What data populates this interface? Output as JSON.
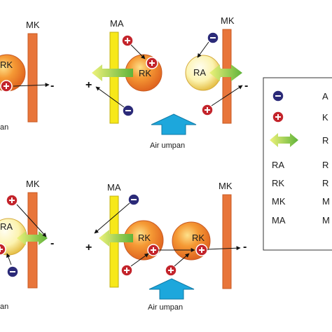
{
  "labels": {
    "mk": "MK",
    "ma": "MA",
    "rk": "RK",
    "ra": "RA",
    "plus": "+",
    "minus": "-",
    "feed": "Air umpan",
    "feed_cut": "an"
  },
  "legend": {
    "items": [
      {
        "icon": "anion-icon",
        "text": "A"
      },
      {
        "icon": "cation-icon",
        "text": "K"
      },
      {
        "icon": "double-arrow-icon",
        "text": "R"
      },
      {
        "key": "RA",
        "text": "R"
      },
      {
        "key": "RK",
        "text": "R"
      },
      {
        "key": "MK",
        "text": "M"
      },
      {
        "key": "MA",
        "text": "M"
      }
    ]
  },
  "colors": {
    "membrane_cation": "#e8753a",
    "membrane_anion": "#f7e81a",
    "resin_cation": "#f28a2e",
    "resin_anion": "#fbf2a6",
    "anion_ion": "#2b2a78",
    "cation_ion": "#c3242b",
    "arrow_green": "#7cc242",
    "feed_arrow": "#1da7dc"
  }
}
